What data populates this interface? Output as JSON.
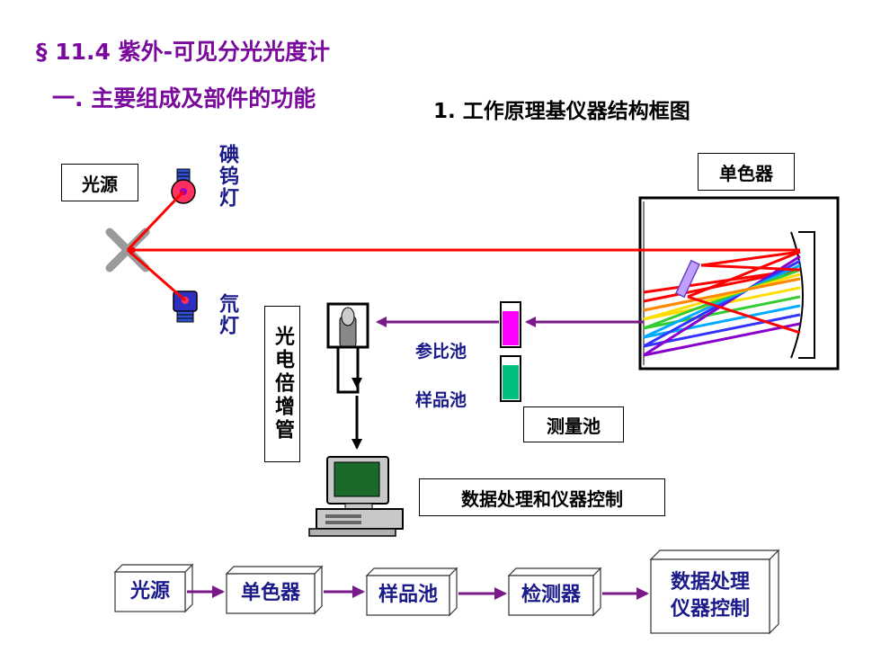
{
  "title": "§ 11.4 紫外-可见分光光度计",
  "subtitle": "一. 主要组成及部件的功能",
  "heading": "1. 工作原理基仪器结构框图",
  "diagram": {
    "light_source_label": "光源",
    "tungsten_lamp_label": "碘钨灯",
    "deuterium_lamp_label": "氘灯",
    "monochromator_label": "单色器",
    "photomultiplier_label": "光电倍增管",
    "reference_cell_label": "参比池",
    "sample_cell_label": "样品池",
    "measurement_cell_label": "测量池",
    "data_control_label": "数据处理和仪器控制"
  },
  "flow": {
    "steps": [
      "光源",
      "单色器",
      "样品池",
      "检测器"
    ],
    "last_line1": "数据处理",
    "last_line2": "仪器控制"
  },
  "colors": {
    "title": "#7a0a9c",
    "beam": "#ff0000",
    "arrow": "#7a1a8a",
    "label_blue": "#1a1a8a",
    "reference_liquid": "#ff00ff",
    "sample_liquid": "#00c080"
  }
}
